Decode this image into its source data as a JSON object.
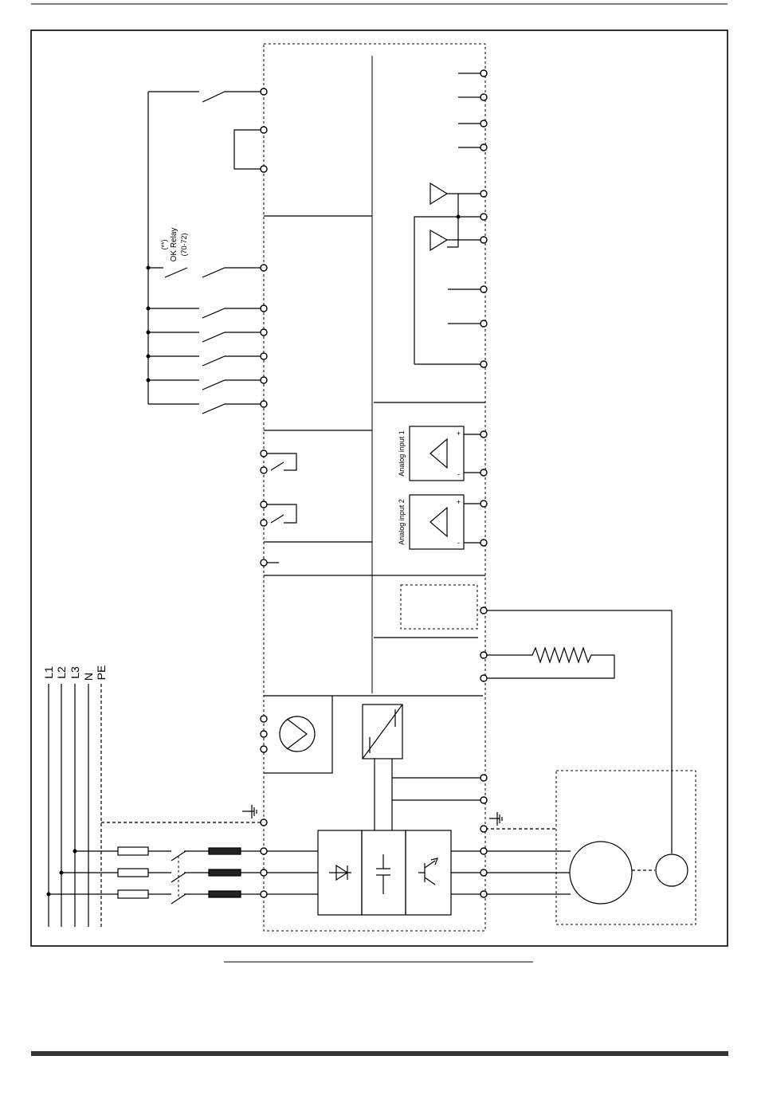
{
  "labels": {
    "ok_relay": {
      "line1": "(**)",
      "line2": "OK Relay",
      "line3": "(70-72)"
    },
    "analog_input_1": "Analog input 1",
    "analog_input_2": "Analog input 2",
    "plus_sign": "+",
    "minus_sign": "-",
    "mains_lines": [
      "L1",
      "L2",
      "L3",
      "N",
      "PE"
    ]
  }
}
